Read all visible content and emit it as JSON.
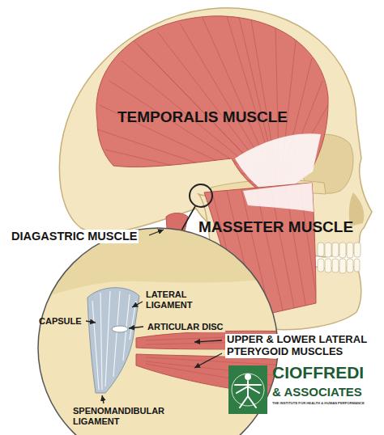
{
  "diagram": {
    "labels": [
      "TEMPORALIS MUSCLE",
      "MASSETER MUSCLE",
      "DIAGASTRIC MUSCLE",
      "LATERAL LIGAMENT",
      "CAPSULE",
      "ARTICULAR DISC",
      "UPPER & LOWER LATERAL PTERYGOID MUSCLES",
      "SPENOMANDIBULAR LIGAMENT",
      "CIOFFREDI",
      "& ASSOCIATES",
      "THE INSTITUTE FOR HEALTH & HUMAN PERFORMANCE"
    ]
  }
}
